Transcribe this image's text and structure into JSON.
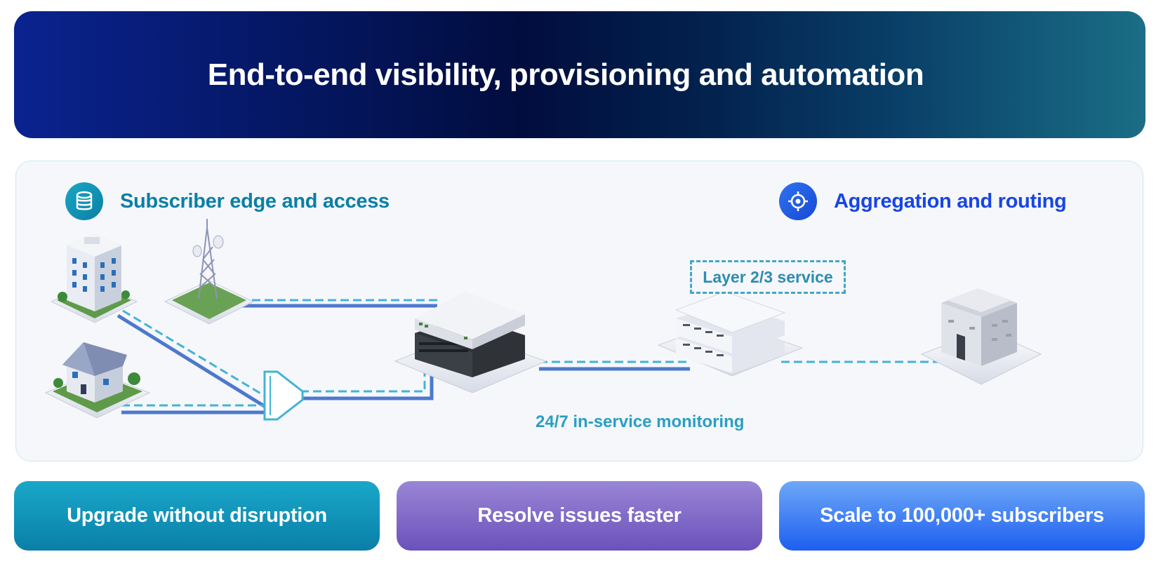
{
  "banner": {
    "title": "End-to-end visibility, provisioning and automation"
  },
  "sections": {
    "left": {
      "label": "Subscriber edge and access",
      "icon": "database-icon",
      "color": "#0b7fa6"
    },
    "right": {
      "label": "Aggregation and routing",
      "icon": "crosshair-target-icon",
      "color": "#1845e4"
    }
  },
  "diagram": {
    "layer_service_label": "Layer 2/3 service",
    "monitoring_label": "24/7 in-service monitoring",
    "nodes": [
      "office-building",
      "cell-tower",
      "house",
      "optical-splitter",
      "access-switch",
      "aggregation-router",
      "data-center"
    ]
  },
  "benefits": [
    {
      "label": "Upgrade without disruption"
    },
    {
      "label": "Resolve issues faster"
    },
    {
      "label": "Scale to 100,000+ subscribers"
    }
  ]
}
